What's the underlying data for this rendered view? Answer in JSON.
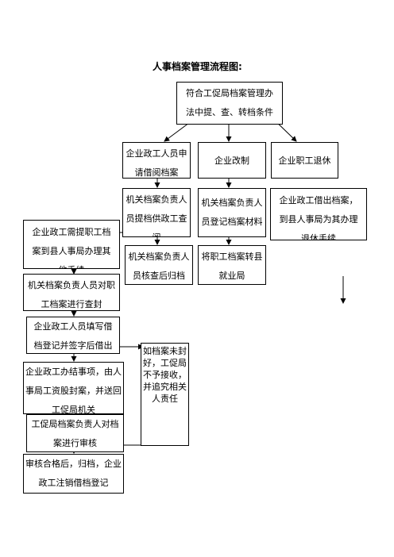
{
  "title": "人事档案管理流程图:",
  "nodes": {
    "top": "符合工促局档案管理办法中提、查、转档条件",
    "apply": "企业政工人员申请借阅档案",
    "reform": "企业改制",
    "retire": "企业职工退休",
    "provide": "机关档案负责人员提档供政工查阅",
    "register": "机关档案负责人员登记档案材料",
    "retire_borrow": "企业政工借出档案，到县人事局为其办理退休手续",
    "need_bureau": "企业政工需提职工档案到县人事局办理其他手续",
    "verify_return": "机关档案负责人员核查后归档",
    "transfer": "将职工档案转县就业局",
    "check_files": "机关档案负责人员对职工档案进行查封",
    "fill_form": "企业政工人员填写借档登记并签字后借出",
    "warning": "如档案未封好，工促局不予接收，并追究相关人责任",
    "seal_return": "企业政工办结事项，由人事局工资股封案，并送回工促局机关",
    "review": "工促局档案负责人对档案进行审核",
    "final": "审核合格后，归档，企业政工注销借档登记"
  }
}
